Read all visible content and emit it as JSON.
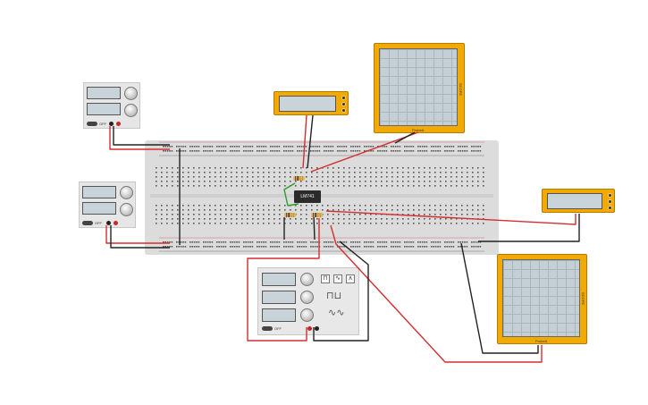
{
  "circuit": {
    "ic_label": "LM741",
    "function_generator": {
      "waveform_buttons": [
        "⊓⊔",
        "∿",
        "∿"
      ],
      "switch_label": "OFF"
    },
    "supply_top": {
      "switch_label": "OFF"
    },
    "supply_bottom": {
      "switch_label": "OFF"
    },
    "scope_top": {
      "side_label": "SCOPE",
      "bottom_label": "ProbeA"
    },
    "scope_bottom": {
      "side_label": "SCOPE",
      "bottom_label": "ProbeA"
    }
  },
  "colors": {
    "wire_red": "#d32f2f",
    "wire_black": "#222222",
    "wire_green": "#2e9d2e",
    "instrument_orange": "#f2a900",
    "breadboard": "#dcdcdc"
  }
}
